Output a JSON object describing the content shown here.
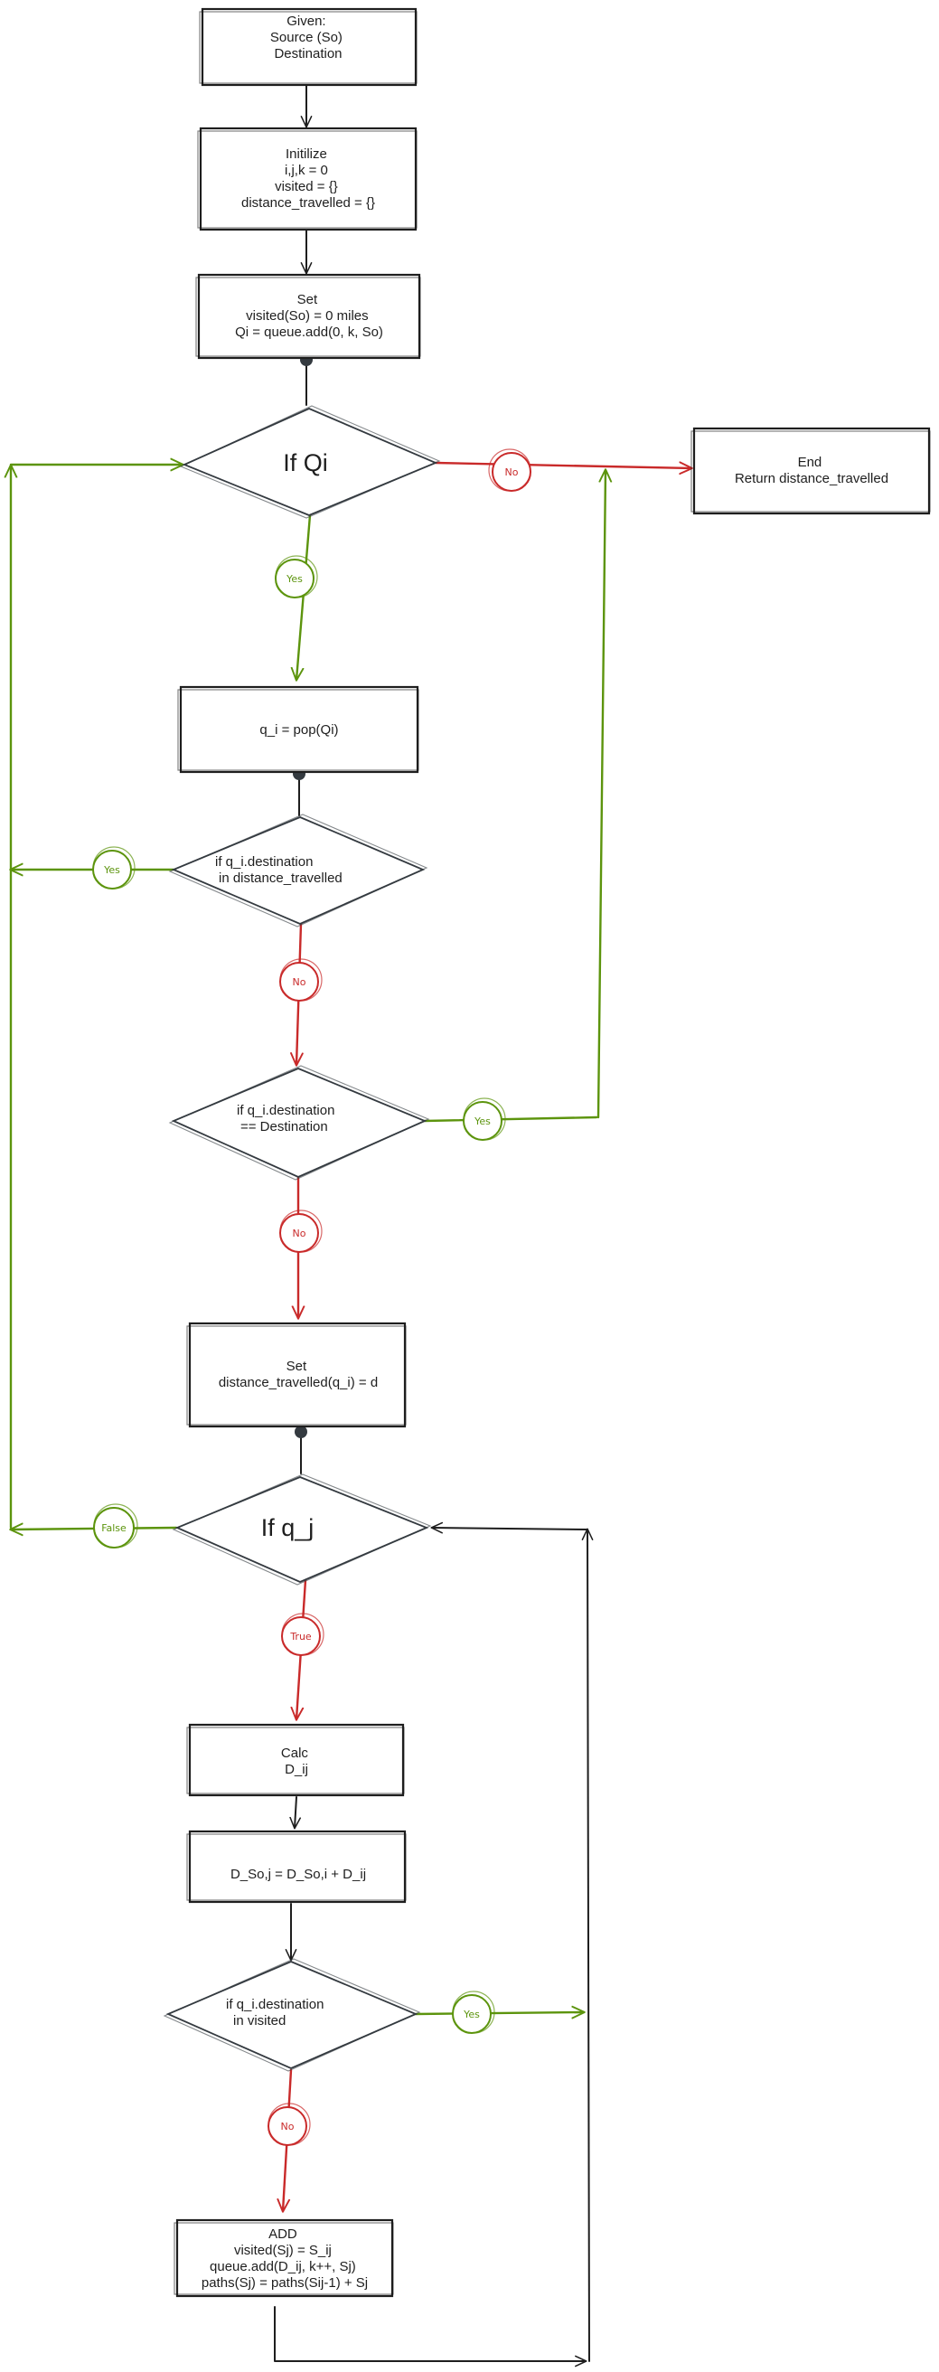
{
  "diagram": {
    "nodes": {
      "given": {
        "lines": [
          "Given:",
          "Source (So)",
          "Destination"
        ]
      },
      "init": {
        "lines": [
          "Initilize",
          "i,j,k = 0",
          "visited = {}",
          "distance_travelled = {}"
        ]
      },
      "set1": {
        "lines": [
          "Set",
          "visited(So) = 0 miles",
          "Qi = queue.add(0, k, So)"
        ]
      },
      "if_qi": {
        "text": "If Qi"
      },
      "end": {
        "lines": [
          "End",
          "Return distance_travelled"
        ]
      },
      "pop": {
        "text": "q_i = pop(Qi)"
      },
      "check_dist": {
        "lines": [
          "if q_i.destination",
          "in distance_travelled"
        ]
      },
      "check_dest": {
        "lines": [
          "if q_i.destination",
          "== Destination"
        ]
      },
      "set2": {
        "lines": [
          "Set",
          "distance_travelled(q_i) = d"
        ]
      },
      "if_qj": {
        "text": "If q_j"
      },
      "calc": {
        "lines": [
          "Calc",
          "D_ij"
        ]
      },
      "dsum": {
        "text": "D_So,j = D_So,i + D_ij"
      },
      "check_visited": {
        "lines": [
          "if q_i.destination",
          "in visited"
        ]
      },
      "add": {
        "lines": [
          "ADD",
          "visited(Sj) = S_ij",
          "queue.add(D_ij, k++, Sj)",
          "paths(Sj) = paths(Sij-1) + Sj"
        ]
      }
    },
    "edge_labels": {
      "qi_no": "No",
      "qi_yes": "Yes",
      "dist_yes": "Yes",
      "dist_no": "No",
      "dest_yes": "Yes",
      "dest_no": "No",
      "qj_false": "False",
      "qj_true": "True",
      "visited_yes": "Yes",
      "visited_no": "No"
    }
  }
}
